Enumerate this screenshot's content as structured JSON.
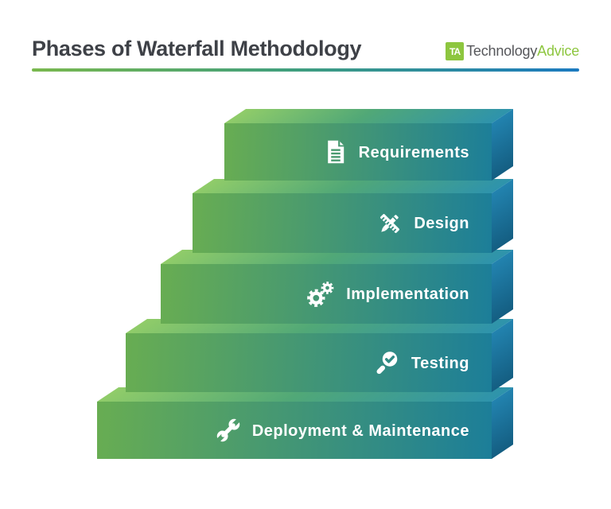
{
  "header": {
    "title": "Phases of Waterfall Methodology",
    "logo": {
      "mark": "TA",
      "name_primary": "Technology",
      "name_secondary": "Advice"
    }
  },
  "phases": [
    {
      "label": "Requirements",
      "icon": "document-icon"
    },
    {
      "label": "Design",
      "icon": "ruler-pencil-icon"
    },
    {
      "label": "Implementation",
      "icon": "gears-icon"
    },
    {
      "label": "Testing",
      "icon": "magnifier-check-icon"
    },
    {
      "label": "Deployment & Maintenance",
      "icon": "wrench-icon"
    }
  ],
  "colors": {
    "front_gradient_start": "#68ad52",
    "front_gradient_end": "#1c7e99",
    "top_gradient_start": "#90cc69",
    "top_gradient_end": "#2e93ac",
    "side_gradient_start": "#2283af",
    "side_gradient_end": "#145e82",
    "divider_start": "#79b84e",
    "divider_end": "#1b7ac0",
    "logo_green": "#8dc63f",
    "title_text": "#3e4147",
    "label_text": "#ffffff"
  }
}
